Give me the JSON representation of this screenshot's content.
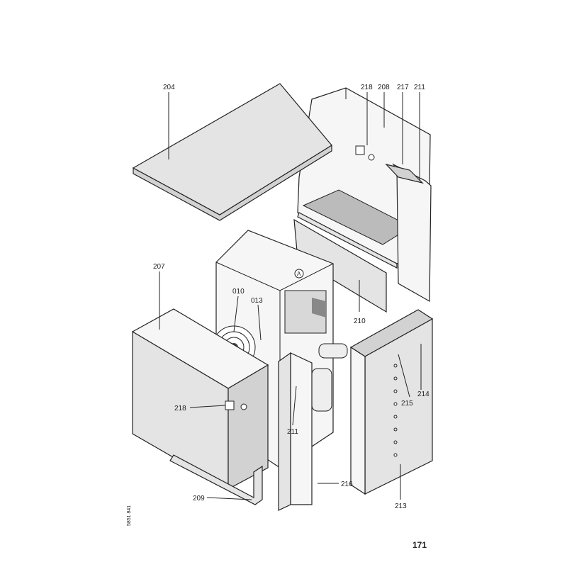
{
  "diagram": {
    "title": "Exploded view – casing parts",
    "callouts": {
      "c204": "204",
      "c218a": "218",
      "c208": "208",
      "c217": "217",
      "c211a": "211",
      "c207": "207",
      "c010": "010",
      "c013": "013",
      "cA": "A",
      "c210": "210",
      "c218b": "218",
      "c211b": "211",
      "c215": "215",
      "c214": "214",
      "c216": "216",
      "c213": "213",
      "c209": "209"
    },
    "drawing_number": "5851 841",
    "page_number": "171"
  }
}
